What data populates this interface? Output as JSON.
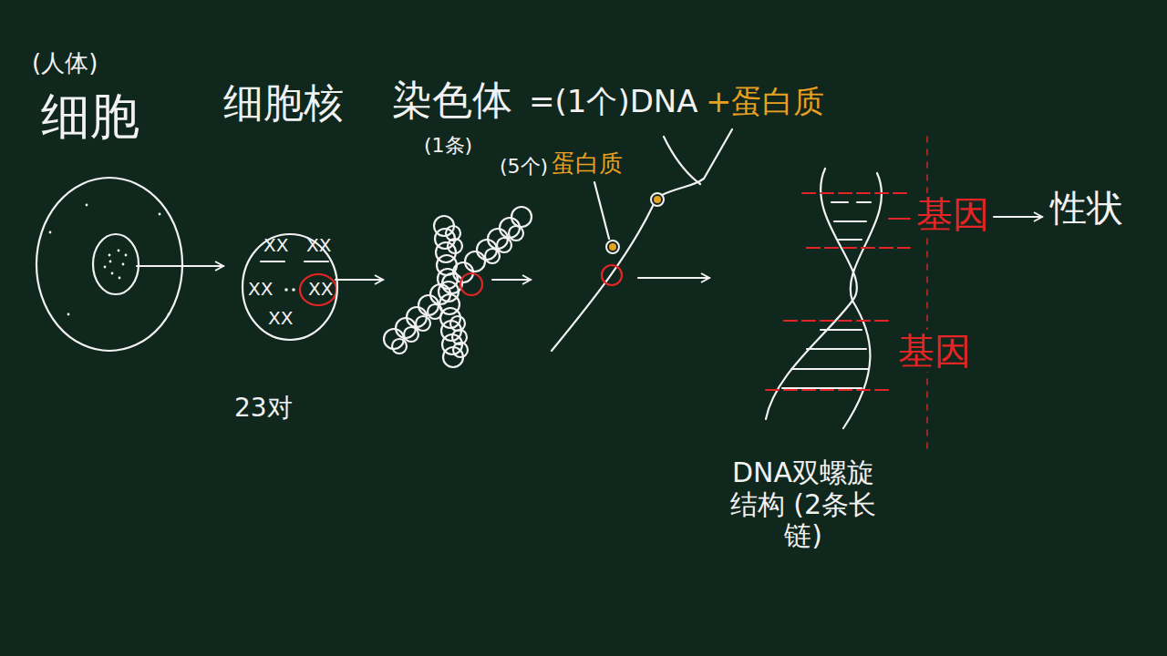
{
  "diagram": {
    "nodes": [
      {
        "text": [
          "(人体)",
          "细胞"
        ]
      },
      {
        "text": [
          "细胞核"
        ]
      },
      {
        "text": [
          "染色体",
          "(1条)"
        ]
      },
      {
        "text": [
          "DNA双螺旋 结构 (2条长链)"
        ]
      }
    ],
    "edges": [
      {
        "from": 0,
        "to": 1,
        "arrow": "to"
      },
      {
        "from": 1,
        "to": 2,
        "arrow": "to"
      }
    ],
    "labels": [
      "XX",
      "XX",
      "XX",
      "XX",
      "XX",
      "23对",
      "=(1个)DNA",
      "+蛋白质",
      "(5个)",
      "蛋白质",
      "基因",
      "基因",
      "性状"
    ]
  }
}
